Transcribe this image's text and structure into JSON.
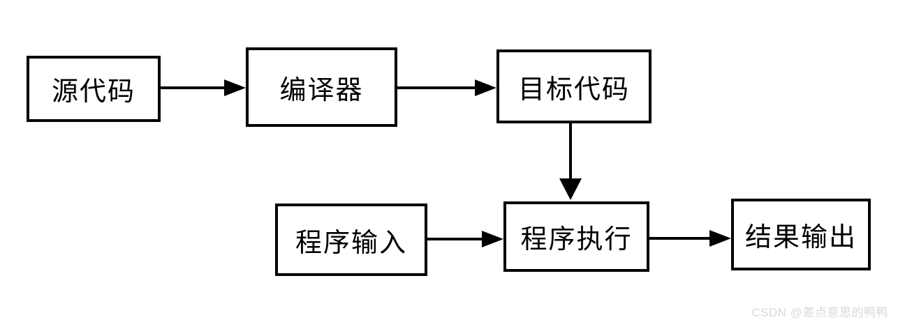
{
  "diagram": {
    "type": "flowchart",
    "nodes": [
      {
        "id": "source-code",
        "label": "源代码"
      },
      {
        "id": "compiler",
        "label": "编译器"
      },
      {
        "id": "object-code",
        "label": "目标代码"
      },
      {
        "id": "program-input",
        "label": "程序输入"
      },
      {
        "id": "program-run",
        "label": "程序执行"
      },
      {
        "id": "result-output",
        "label": "结果输出"
      }
    ],
    "edges": [
      {
        "from": "source-code",
        "to": "compiler",
        "direction": "right"
      },
      {
        "from": "compiler",
        "to": "object-code",
        "direction": "right"
      },
      {
        "from": "object-code",
        "to": "program-run",
        "direction": "down"
      },
      {
        "from": "program-input",
        "to": "program-run",
        "direction": "right"
      },
      {
        "from": "program-run",
        "to": "result-output",
        "direction": "right"
      }
    ],
    "colors": {
      "background": "#ffffff",
      "box_border": "#000000",
      "arrow": "#000000",
      "text": "#000000"
    }
  },
  "watermark": {
    "text": "CSDN @差点意思的鸭鸭",
    "color": "#d8d8d8"
  }
}
